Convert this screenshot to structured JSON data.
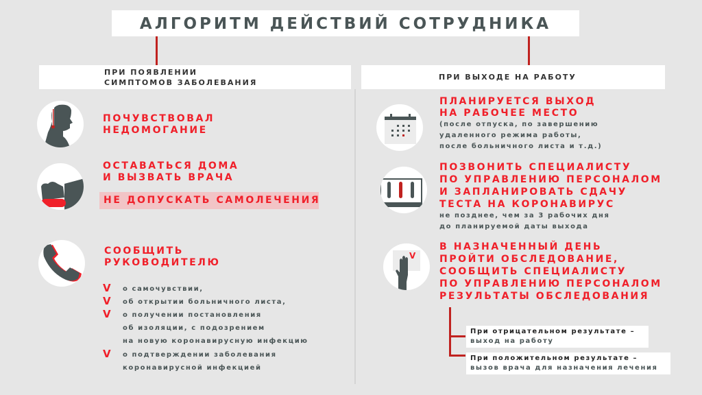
{
  "title": "АЛГОРИТМ ДЕЙСТВИЙ СОТРУДНИКА",
  "left": {
    "header": [
      "ПРИ ПОЯВЛЕНИИ",
      "СИМПТОМОВ ЗАБОЛЕВАНИЯ"
    ],
    "step1": [
      "ПОЧУВСТВОВАЛ",
      "НЕДОМОГАНИЕ"
    ],
    "step2": [
      "ОСТАВАТЬСЯ ДОМА",
      "И ВЫЗВАТЬ ВРАЧА"
    ],
    "warning": "НЕ ДОПУСКАТЬ САМОЛЕЧЕНИЯ",
    "step3": [
      "СООБЩИТЬ",
      "РУКОВОДИТЕЛЮ"
    ],
    "check_mark": "V",
    "items": [
      [
        "о самочувствии,"
      ],
      [
        "об открытии больничного листа,"
      ],
      [
        "о получении постановления",
        "об изоляции, с подозрением",
        "на новую коронавирусную инфекцию"
      ],
      [
        "о подтверждении заболевания",
        "коронавирусной инфекцией"
      ]
    ]
  },
  "right": {
    "header": "ПРИ ВЫХОДЕ НА РАБОТУ",
    "step1": [
      "ПЛАНИРУЕТСЯ ВЫХОД",
      "НА РАБОЧЕЕ МЕСТО"
    ],
    "step1_note": [
      "(после отпуска, по завершению",
      "удаленного режима работы,",
      "после больничного листа и т.д.)"
    ],
    "step2": [
      "ПОЗВОНИТЬ СПЕЦИАЛИСТУ",
      "ПО УПРАВЛЕНИЮ ПЕРСОНАЛОМ",
      "И ЗАПЛАНИРОВАТЬ СДАЧУ",
      "ТЕСТА НА КОРОНАВИРУС"
    ],
    "step2_note": [
      "не позднее, чем за 3 рабочих дня",
      "до планируемой даты выхода"
    ],
    "step3": [
      "В НАЗНАЧЕННЫЙ ДЕНЬ",
      "ПРОЙТИ ОБСЛЕДОВАНИЕ,",
      "СООБЩИТЬ СПЕЦИАЛИСТУ",
      "ПО УПРАВЛЕНИЮ ПЕРСОНАЛОМ",
      "РЕЗУЛЬТАТЫ ОБСЛЕДОВАНИЯ"
    ],
    "outcomes": [
      {
        "condition": "При отрицательном результате –",
        "action": "выход на работу"
      },
      {
        "condition": "При положительном результате –",
        "action": "вызов врача для назначения лечения"
      }
    ]
  },
  "colors": {
    "accent": "#f0202a",
    "dark": "#4a5556",
    "line": "#c0221f",
    "warning_bg": "#f2c4c6"
  }
}
